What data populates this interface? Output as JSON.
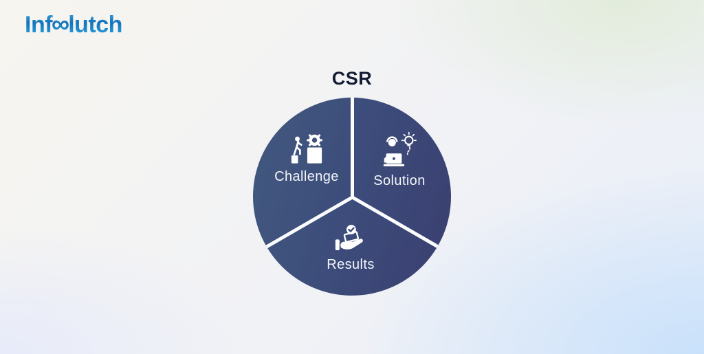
{
  "logo": {
    "text_before": "Inf",
    "infinity_glyph": "∞",
    "text_after": "lutch",
    "brand_color_top": "#45aadf",
    "brand_color_core": "#1573bb"
  },
  "diagram": {
    "title": "CSR",
    "segments": [
      {
        "label": "Challenge",
        "icon": "person-climbing-steps-gear-icon"
      },
      {
        "label": "Solution",
        "icon": "person-laptop-lightbulb-icon"
      },
      {
        "label": "Results",
        "icon": "hand-holding-check-document-icon"
      }
    ],
    "colors": {
      "circle_gradient_start": "#42597f",
      "circle_gradient_end": "#3a3f70",
      "divider": "#fbfcfe",
      "label_text": "#f3f6fa",
      "title_text": "#131c33"
    }
  }
}
